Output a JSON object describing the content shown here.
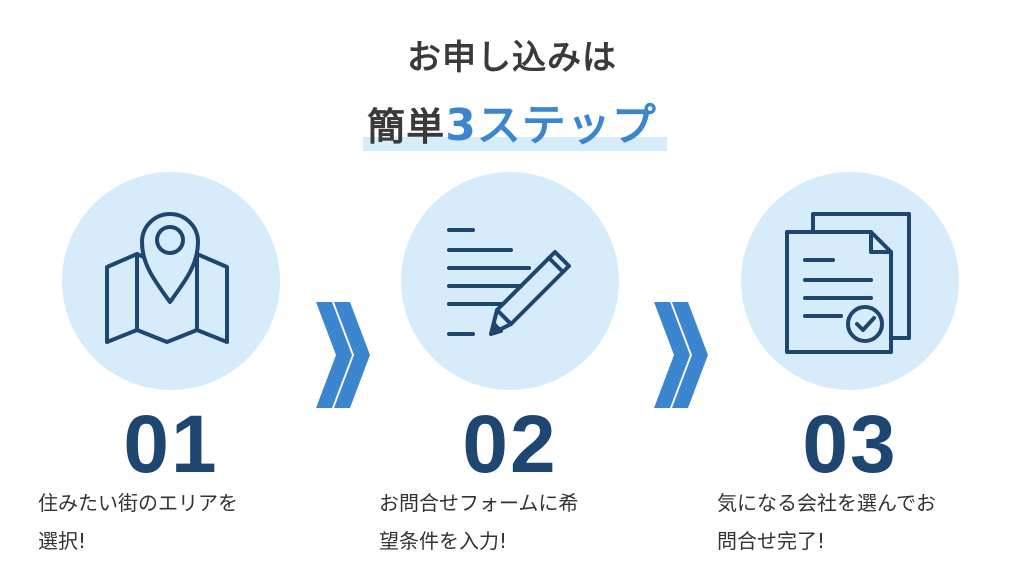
{
  "title": {
    "line1": "お申し込みは",
    "line2_prefix": "簡単",
    "line2_accent": "3ステップ"
  },
  "colors": {
    "accent": "#3c86cf",
    "circle_bg": "#d7ecfb",
    "number": "#1e4670",
    "icon_stroke": "#1e4670"
  },
  "steps": [
    {
      "number": "01",
      "icon": "map-pin-icon",
      "desc_line1": "住みたい街のエリアを",
      "desc_line2": "選択!"
    },
    {
      "number": "02",
      "icon": "pencil-form-icon",
      "desc_line1": "お問合せフォームに希",
      "desc_line2": "望条件を入力!"
    },
    {
      "number": "03",
      "icon": "document-check-icon",
      "desc_line1": "気になる会社を選んでお",
      "desc_line2": "問合せ完了!"
    }
  ],
  "separators": [
    "double-chevron-right-icon",
    "double-chevron-right-icon"
  ]
}
